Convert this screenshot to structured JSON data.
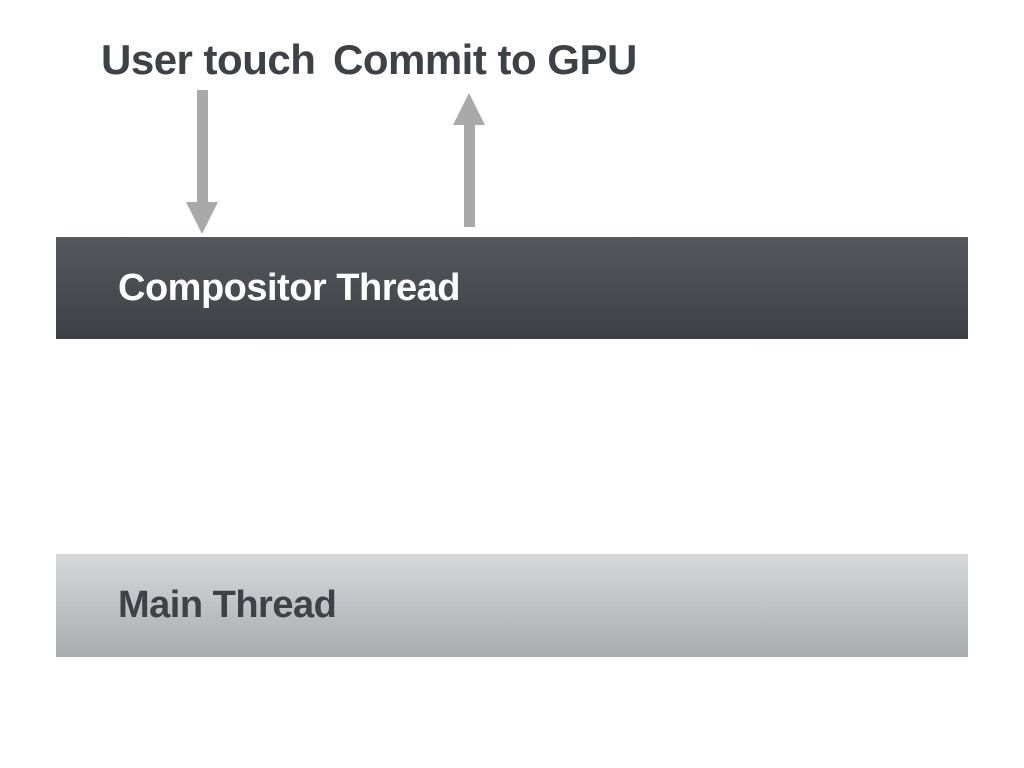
{
  "labels": {
    "user_touch": "User touch",
    "commit_to_gpu": "Commit to GPU"
  },
  "arrows": {
    "color": "#a9a9a9",
    "down_icon": "arrow-down",
    "up_icon": "arrow-up"
  },
  "bars": {
    "compositor": {
      "label": "Compositor Thread",
      "top_color": "#55585d",
      "bottom_color": "#3d4044",
      "text_color": "#ffffff"
    },
    "main": {
      "label": "Main Thread",
      "top_color": "#d6d8da",
      "bottom_color": "#a9acae",
      "text_color": "#3e4145"
    }
  },
  "colors": {
    "background": "#ffffff",
    "label_text": "#3e4145"
  }
}
